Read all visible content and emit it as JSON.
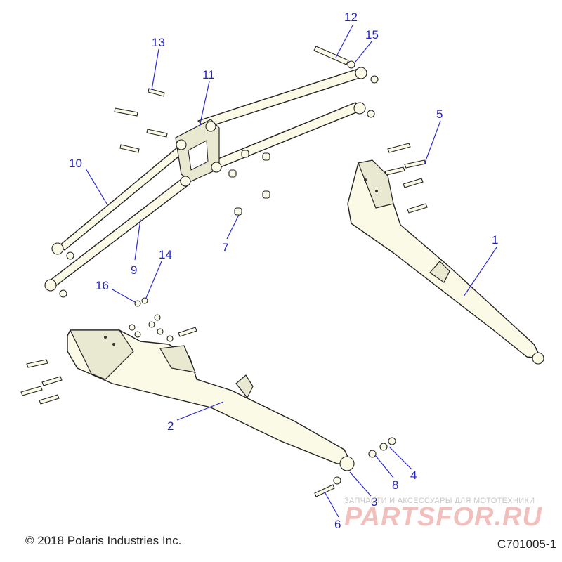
{
  "callouts": [
    {
      "id": "1",
      "label": "1"
    },
    {
      "id": "2",
      "label": "2"
    },
    {
      "id": "3",
      "label": "3"
    },
    {
      "id": "4",
      "label": "4"
    },
    {
      "id": "5",
      "label": "5"
    },
    {
      "id": "6",
      "label": "6"
    },
    {
      "id": "7",
      "label": "7"
    },
    {
      "id": "8",
      "label": "8"
    },
    {
      "id": "9",
      "label": "9"
    },
    {
      "id": "10",
      "label": "10"
    },
    {
      "id": "11",
      "label": "11"
    },
    {
      "id": "12",
      "label": "12"
    },
    {
      "id": "13",
      "label": "13"
    },
    {
      "id": "14",
      "label": "14"
    },
    {
      "id": "15",
      "label": "15"
    },
    {
      "id": "16",
      "label": "16"
    }
  ],
  "footer": {
    "copyright": "© 2018 Polaris Industries Inc.",
    "figure_id": "C701005-1"
  },
  "watermark": {
    "subtitle": "ЗАПЧАСТИ И АКСЕССУАРЫ ДЛЯ МОТОТЕХНИКИ",
    "logo_text": "PARTSFOR.RU"
  },
  "colors": {
    "callout": "#2323c8",
    "part_fill": "#fafae6",
    "watermark_logo": "#f2c0bc"
  }
}
